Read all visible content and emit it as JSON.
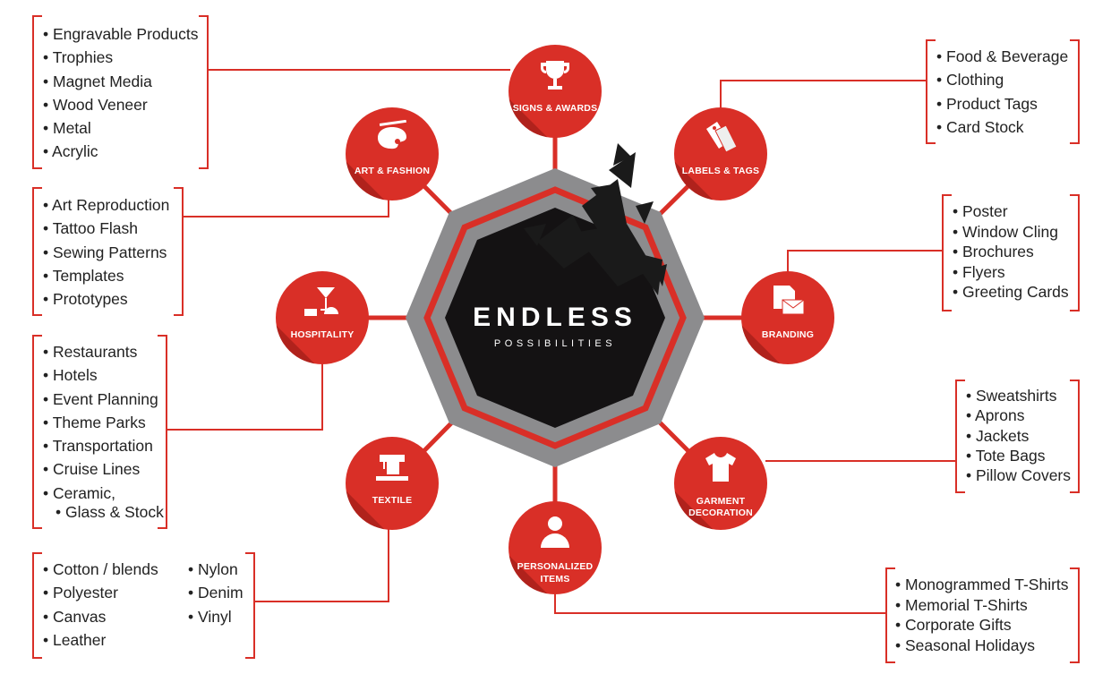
{
  "center": {
    "title": "ENDLESS",
    "subtitle": "POSSIBILITIES"
  },
  "colors": {
    "red": "#d92f27",
    "dark_red": "#a8201b",
    "gray": "#8c8c8e",
    "black": "#111111"
  },
  "categories": {
    "signs": {
      "label": "SIGNS & AWARDS",
      "icon": "trophy-icon",
      "items": [
        "Engravable Products",
        "Trophies",
        "Magnet Media",
        "Wood Veneer",
        "Metal",
        "Acrylic"
      ]
    },
    "art": {
      "label": "ART & FASHION",
      "icon": "palette-icon",
      "items": [
        "Art Reproduction",
        "Tattoo Flash",
        "Sewing Patterns",
        "Templates",
        "Prototypes"
      ]
    },
    "labels": {
      "label": "LABELS & TAGS",
      "icon": "tags-icon",
      "items": [
        "Food & Beverage",
        "Clothing",
        "Product Tags",
        "Card Stock"
      ]
    },
    "hospitality": {
      "label": "HOSPITALITY",
      "icon": "cocktail-bell-icon",
      "items": [
        "Restaurants",
        "Hotels",
        "Event Planning",
        "Theme Parks",
        "Transportation",
        "Cruise Lines",
        "Ceramic,",
        "Glass & Stock"
      ]
    },
    "branding": {
      "label": "BRANDING",
      "icon": "envelope-document-icon",
      "items": [
        "Poster",
        "Window Cling",
        "Brochures",
        "Flyers",
        "Greeting Cards"
      ]
    },
    "textile": {
      "label": "TEXTILE",
      "icon": "sewing-machine-icon",
      "items": [
        "Cotton / blends",
        "Polyester",
        "Canvas",
        "Leather"
      ],
      "items2": [
        "Nylon",
        "Denim",
        "Vinyl"
      ]
    },
    "garment": {
      "label": "GARMENT DECORATION",
      "icon": "tshirt-icon",
      "items": [
        "Sweatshirts",
        "Aprons",
        "Jackets",
        "Tote Bags",
        "Pillow Covers"
      ]
    },
    "personalized": {
      "label": "PERSONALIZED ITEMS",
      "icon": "person-icon",
      "items": [
        "Monogrammed T-Shirts",
        "Memorial T-Shirts",
        "Corporate Gifts",
        "Seasonal Holidays"
      ]
    }
  }
}
